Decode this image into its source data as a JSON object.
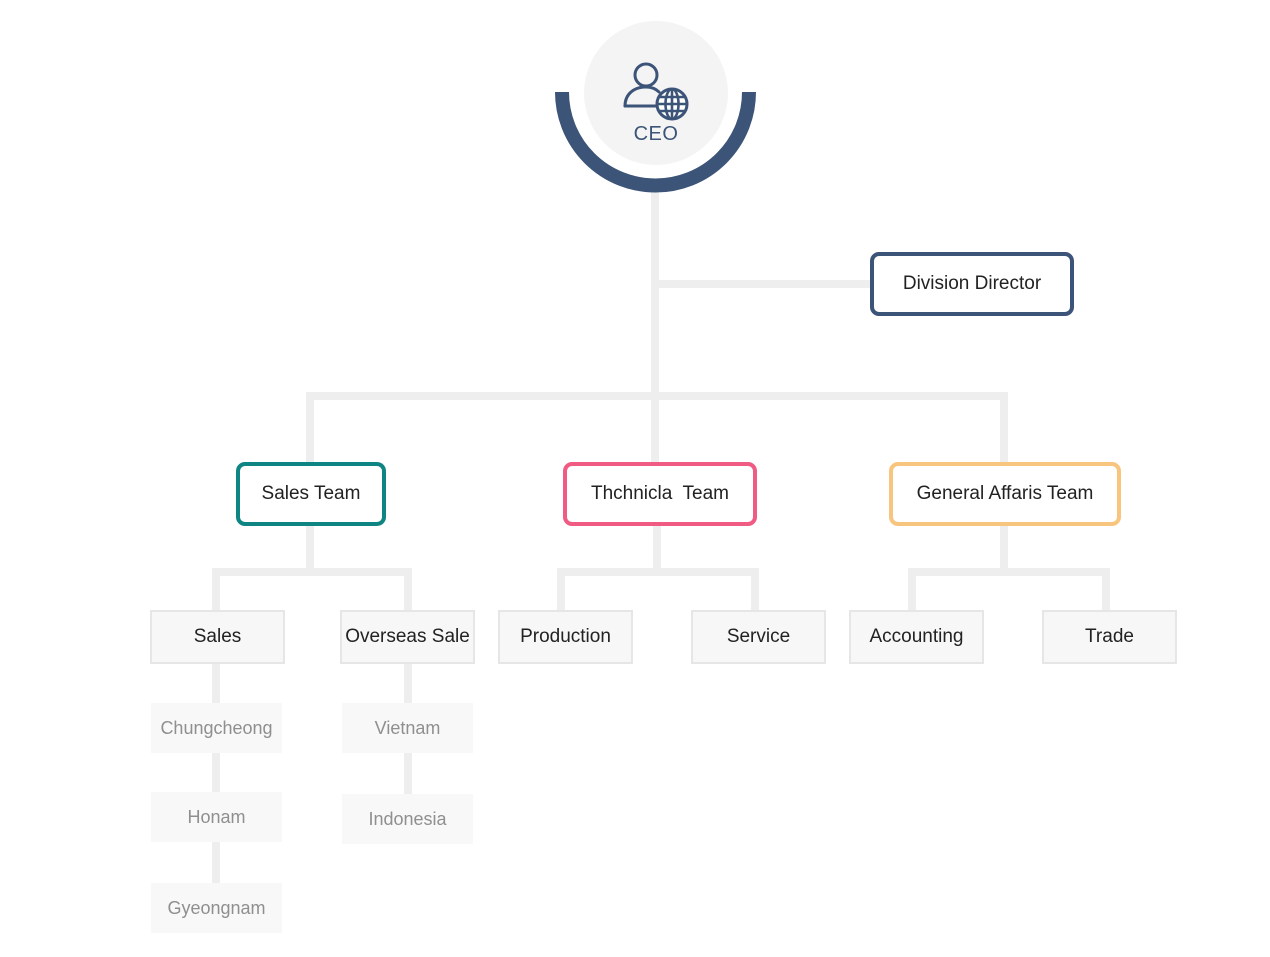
{
  "ceo": {
    "label": "CEO",
    "icon": "user-globe-icon"
  },
  "director": {
    "label": "Division Director"
  },
  "teams": [
    {
      "label": "Sales Team",
      "color": "#0e8583"
    },
    {
      "label": "Thchnicla  Team",
      "color": "#ef5b82"
    },
    {
      "label": "General Affaris Team",
      "color": "#f8c57e"
    }
  ],
  "units": {
    "sales": "Sales",
    "overseas_sale": "Overseas Sale",
    "production": "Production",
    "service": "Service",
    "accounting": "Accounting",
    "trade": "Trade"
  },
  "regions": {
    "sales": [
      "Chungcheong",
      "Honam",
      "Gyeongnam"
    ],
    "overseas_sale": [
      "Vietnam",
      "Indonesia"
    ]
  },
  "colors": {
    "ceo_ring": "#3b5478",
    "director_border": "#3b5478",
    "connector": "#eeeeee"
  }
}
